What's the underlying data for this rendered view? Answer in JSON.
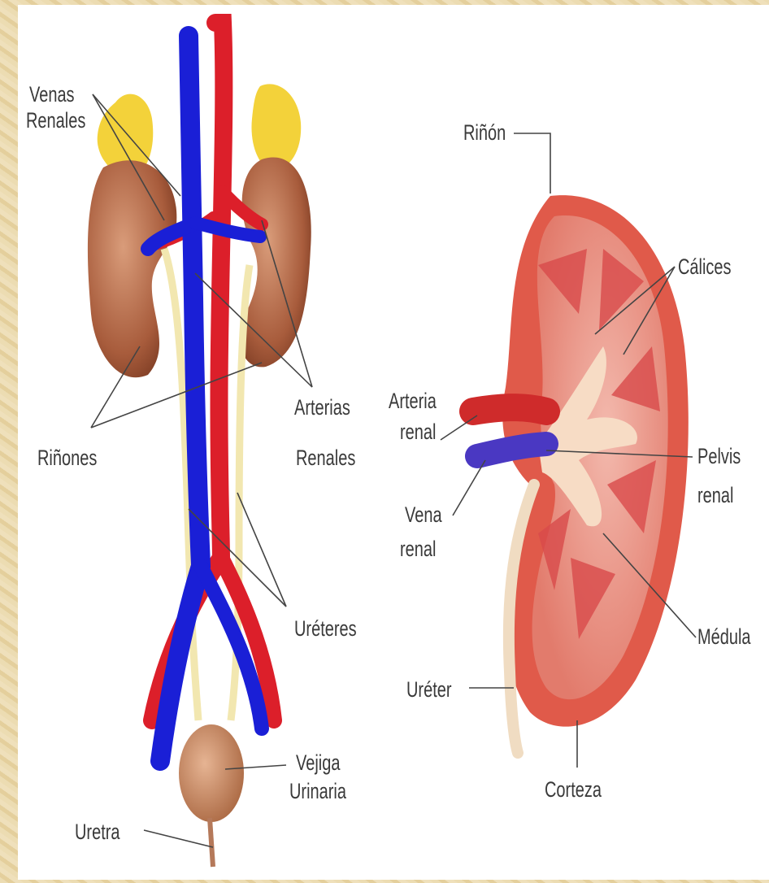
{
  "left_diagram": {
    "labels": {
      "venas_renales_1": "Venas",
      "venas_renales_2": "Renales",
      "rinones": "Riñones",
      "arterias_renales_1": "Arterias",
      "arterias_renales_2": "Renales",
      "ureteres": "Uréteres",
      "vejiga_1": "Vejiga",
      "vejiga_2": "Urinaria",
      "uretra": "Uretra"
    }
  },
  "right_diagram": {
    "labels": {
      "rinon": "Riñón",
      "calices": "Cálices",
      "arteria_renal_1": "Arteria",
      "arteria_renal_2": "renal",
      "pelvis_renal_1": "Pelvis",
      "pelvis_renal_2": "renal",
      "vena_renal_1": "Vena",
      "vena_renal_2": "renal",
      "medula": "Médula",
      "ureter": "Uréter",
      "corteza": "Corteza"
    }
  },
  "colors": {
    "vein": "#1a1fd6",
    "artery": "#dc1f2a",
    "kidney": "#b66a4a",
    "adrenal": "#f3d23a",
    "ureter": "#f2e7b0",
    "bladder": "#c98a66",
    "frame": "#e8d4a4"
  }
}
